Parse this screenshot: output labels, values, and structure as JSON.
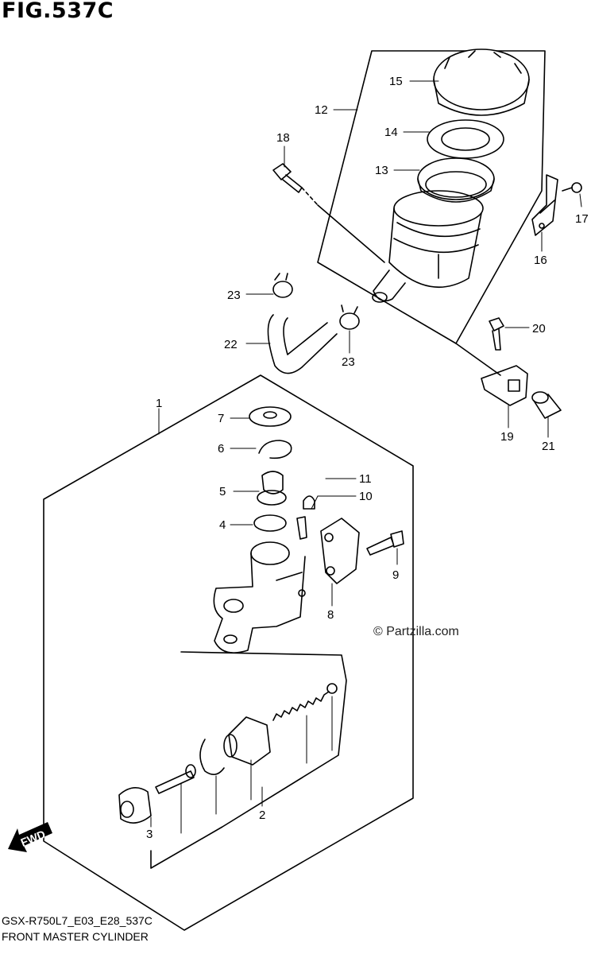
{
  "figure": {
    "title": "FIG.537C",
    "model_code": "GSX-R750L7_E03_E28_537C",
    "caption": "FRONT MASTER CYLINDER",
    "watermark": "© Partzilla.com",
    "fwd_label": "FWD"
  },
  "callouts": [
    {
      "id": "1",
      "text": "1"
    },
    {
      "id": "2",
      "text": "2"
    },
    {
      "id": "3",
      "text": "3"
    },
    {
      "id": "4",
      "text": "4"
    },
    {
      "id": "5",
      "text": "5"
    },
    {
      "id": "6",
      "text": "6"
    },
    {
      "id": "7",
      "text": "7"
    },
    {
      "id": "8",
      "text": "8"
    },
    {
      "id": "9",
      "text": "9"
    },
    {
      "id": "10",
      "text": "10"
    },
    {
      "id": "11",
      "text": "11"
    },
    {
      "id": "12",
      "text": "12"
    },
    {
      "id": "13",
      "text": "13"
    },
    {
      "id": "14",
      "text": "14"
    },
    {
      "id": "15",
      "text": "15"
    },
    {
      "id": "16",
      "text": "16"
    },
    {
      "id": "17",
      "text": "17"
    },
    {
      "id": "18",
      "text": "18"
    },
    {
      "id": "19",
      "text": "19"
    },
    {
      "id": "20",
      "text": "20"
    },
    {
      "id": "21",
      "text": "21"
    },
    {
      "id": "22",
      "text": "22"
    },
    {
      "id": "23a",
      "text": "23"
    },
    {
      "id": "23b",
      "text": "23"
    }
  ]
}
